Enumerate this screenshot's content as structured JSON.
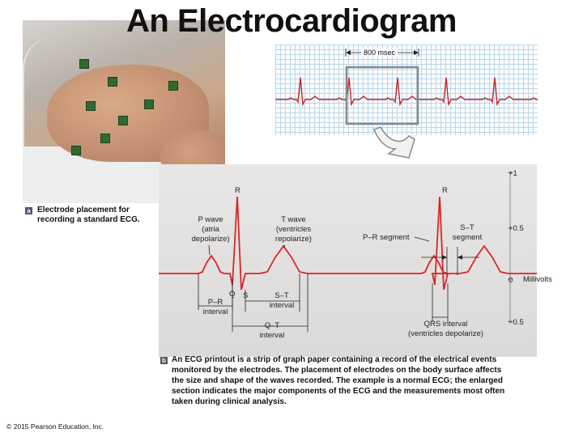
{
  "title": "An Electrocardiogram",
  "strip": {
    "interval_label": "800 msec"
  },
  "photo_caption": {
    "letter": "a",
    "text_line1": "Electrode placement for",
    "text_line2": "recording a standard ECG."
  },
  "ecg": {
    "peak_labels": {
      "r1": "R",
      "r2": "R",
      "q": "Q",
      "s": "S"
    },
    "p_wave": [
      "P wave",
      "(atria",
      "depolarize)"
    ],
    "t_wave": [
      "T wave",
      "(ventricles",
      "repolarize)"
    ],
    "pr_segment": "P–R segment",
    "st_segment": [
      "S–T",
      "segment"
    ],
    "pr_interval": [
      "P–R",
      "interval"
    ],
    "st_interval": [
      "S–T",
      "interval"
    ],
    "qt_interval": [
      "Q–T",
      "interval"
    ],
    "qrs_interval": [
      "QRS interval",
      "(ventricles depolarize)"
    ],
    "scale": {
      "plus_one": "+1",
      "plus_half": "+0.5",
      "zero": "0",
      "minus_half": "−0.5",
      "unit": "Millivolts"
    }
  },
  "caption": {
    "letter": "b",
    "lines": [
      "An ECG printout is a strip of graph paper containing a record of the electrical events",
      "monitored by the electrodes. The placement of electrodes on the body surface affects",
      "the size and shape of the waves recorded. The example is a normal ECG; the enlarged",
      "section indicates the major components of the ECG and the measurements most often",
      "taken during clinical analysis."
    ]
  },
  "copyright": "© 2015 Pearson Education, Inc."
}
